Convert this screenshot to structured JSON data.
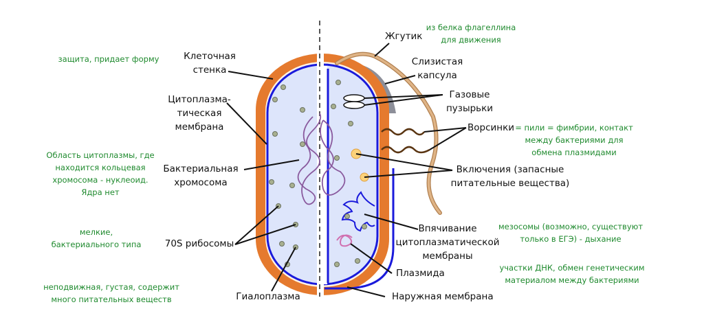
{
  "labels": {
    "cell_wall": [
      "Клеточная",
      "стенка"
    ],
    "cyto_membrane": [
      "Цитоплазма-",
      "тическая",
      "мембрана"
    ],
    "chromosome": [
      "Бактериальная",
      "хромосома"
    ],
    "ribosomes": "70S рибосомы",
    "hyaloplasm": "Гиалоплазма",
    "flagellum": "Жгутик",
    "capsule": [
      "Слизистая",
      "капсула"
    ],
    "gas_vesicles": [
      "Газовые",
      "пузырьки"
    ],
    "pili": "Ворсинки",
    "inclusions": [
      "Включения (запасные",
      "питательные вещества)"
    ],
    "invagination": [
      "Впячивание",
      "цитоплазматической",
      "мембраны"
    ],
    "plasmid": "Плазмида",
    "outer_membrane": "Наружная мембрана"
  },
  "notes": {
    "cell_wall": "защита, придает форму",
    "nucleoid": [
      "Область цитоплазмы, где",
      "находится кольцевая",
      "хромосома - нуклеоид.",
      "Ядра нет"
    ],
    "ribosomes": [
      "мелкие,",
      "бактериального типа"
    ],
    "hyaloplasm": [
      "неподвижная, густая, содержит",
      "много питательных веществ"
    ],
    "flagellum": [
      "из белка флагеллина",
      "для движения"
    ],
    "pili": [
      "= пили = фимбрии, контакт",
      "между бактериями для",
      "обмена плазмидами"
    ],
    "mesosomes": [
      "мезосомы (возможно, существуют",
      "только в ЕГЭ) - дыхание"
    ],
    "plasmid": [
      "участки ДНК, обмен генетическим",
      "материалом между бактериями"
    ]
  },
  "colors": {
    "wall": "#e57a2e",
    "membrane": "#1a1adb",
    "cytoplasm": "#dde5fb",
    "capsule": "#8d8f99",
    "flagellum": "#d7a878",
    "note": "#1f8a2e"
  }
}
